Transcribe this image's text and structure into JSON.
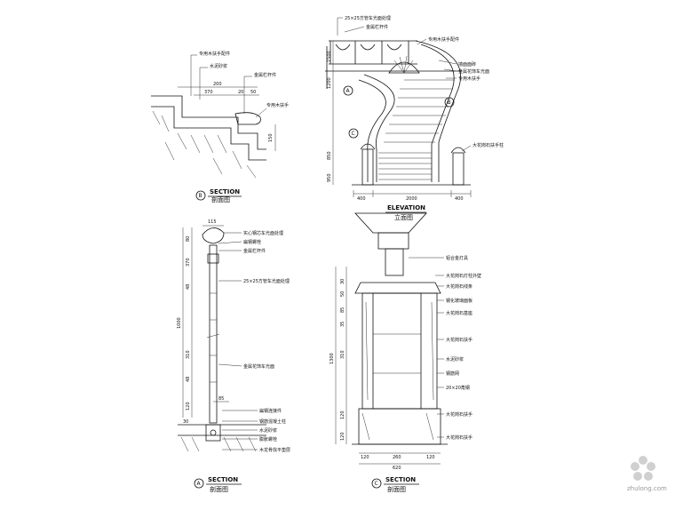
{
  "views": {
    "b": {
      "tag": "B",
      "title": "SECTION",
      "subtitle": "剖面图",
      "dims": [
        "200",
        "370",
        "20",
        "50",
        "150"
      ],
      "notes": [
        "专用木扶手配件",
        "水泥砂浆",
        "金属栏杆件",
        "专用木扶手"
      ]
    },
    "elev": {
      "title": "ELEVATION",
      "subtitle": "立面图",
      "dims_bottom": [
        "400",
        "2000",
        "400"
      ],
      "dims_left": [
        "1500",
        "1200",
        "850",
        "950"
      ],
      "notes": [
        "25×25方管车光面处理",
        "金属栏杆件",
        "专用木扶手配件",
        "墙面面砖",
        "金属花饰车光面",
        "专用木扶手",
        "大花岗石扶手柱"
      ],
      "markers": [
        "A",
        "B",
        "C"
      ]
    },
    "a": {
      "tag": "A",
      "title": "SECTION",
      "subtitle": "剖面图",
      "dims_top": [
        "115"
      ],
      "dims_left": [
        "80",
        "370",
        "48",
        "1000",
        "310",
        "48",
        "120"
      ],
      "dims_right": [
        "85",
        "30"
      ],
      "notes": [
        "实心钢芯车光面处理",
        "扁钢螺栓",
        "金属栏杆件",
        "25×25方管车光面处理",
        "金属花饰车光面",
        "扁钢连接件",
        "钢筋混凝土柱",
        "水泥砂浆",
        "膨胀螺栓",
        "木龙骨找平垫层"
      ]
    },
    "c": {
      "tag": "C",
      "title": "SECTION",
      "subtitle": "剖面图",
      "dims_bottom": [
        "120",
        "260",
        "120",
        "620"
      ],
      "dims_left": [
        "30",
        "50",
        "85",
        "35",
        "1300",
        "310",
        "120",
        "120"
      ],
      "notes": [
        "铝合金灯具",
        "大花岗石灯柱外壁",
        "大花岗石线条",
        "钢化玻璃面板",
        "大花岗石基座",
        "大花岗石扶手",
        "水泥砂浆",
        "钢筋网",
        "20×20角钢",
        "大花岗石扶手",
        "大花岗石扶手"
      ]
    }
  },
  "watermark": "zhulong.com"
}
